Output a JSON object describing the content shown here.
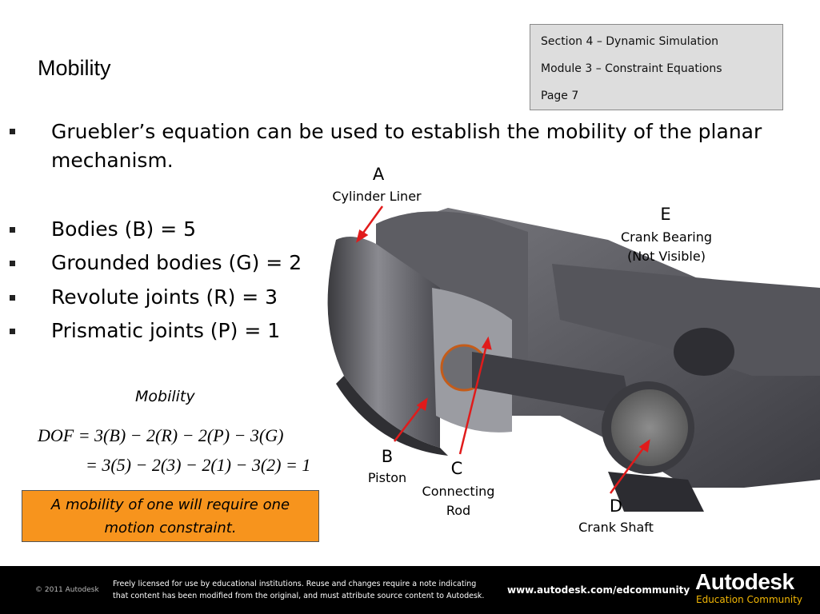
{
  "header": {
    "title": "Mobility",
    "section": "Section 4 – Dynamic Simulation",
    "module": "Module 3 – Constraint Equations",
    "page": "Page 7"
  },
  "intro": {
    "line1": "Gruebler’s equation can be used to establish the mobility of the planar",
    "line2": "mechanism."
  },
  "bullets": [
    "Bodies (B) = 5",
    "Grounded bodies (G) = 2",
    "Revolute joints (R) = 3",
    "Prismatic joints (P) = 1"
  ],
  "labels": {
    "a_letter": "A",
    "a_text": "Cylinder Liner",
    "e_letter": "E",
    "e_text1": "Crank Bearing",
    "e_text2": "(Not Visible)",
    "b_letter": "B",
    "b_text": "Piston",
    "c_letter": "C",
    "c_text1": "Connecting",
    "c_text2": "Rod",
    "d_letter": "D",
    "d_text": "Crank Shaft"
  },
  "mobility_label": "Mobility",
  "equation": {
    "line1": "DOF = 3(B) − 2(R) − 2(P) − 3(G)",
    "line2": "= 3(5) − 2(3) − 2(1) − 3(2) = 1"
  },
  "callout": {
    "line1": "A mobility of one will require one",
    "line2": "motion constraint."
  },
  "footer": {
    "copyright": "© 2011 Autodesk",
    "license1": "Freely licensed for use by educational institutions. Reuse and changes require a note indicating",
    "license2": "that content has been modified from the original, and must attribute source content to Autodesk.",
    "url": "www.autodesk.com/edcommunity",
    "brand": "Autodesk",
    "brand_sub": "Education Community"
  },
  "colors": {
    "arrow": "#e11b1b",
    "callout": "#f7941d",
    "footer_bg": "#000000",
    "brand_sub": "#f2b705"
  },
  "icons": [
    "bullet-square-icon",
    "arrow-icon",
    "engine-image"
  ]
}
